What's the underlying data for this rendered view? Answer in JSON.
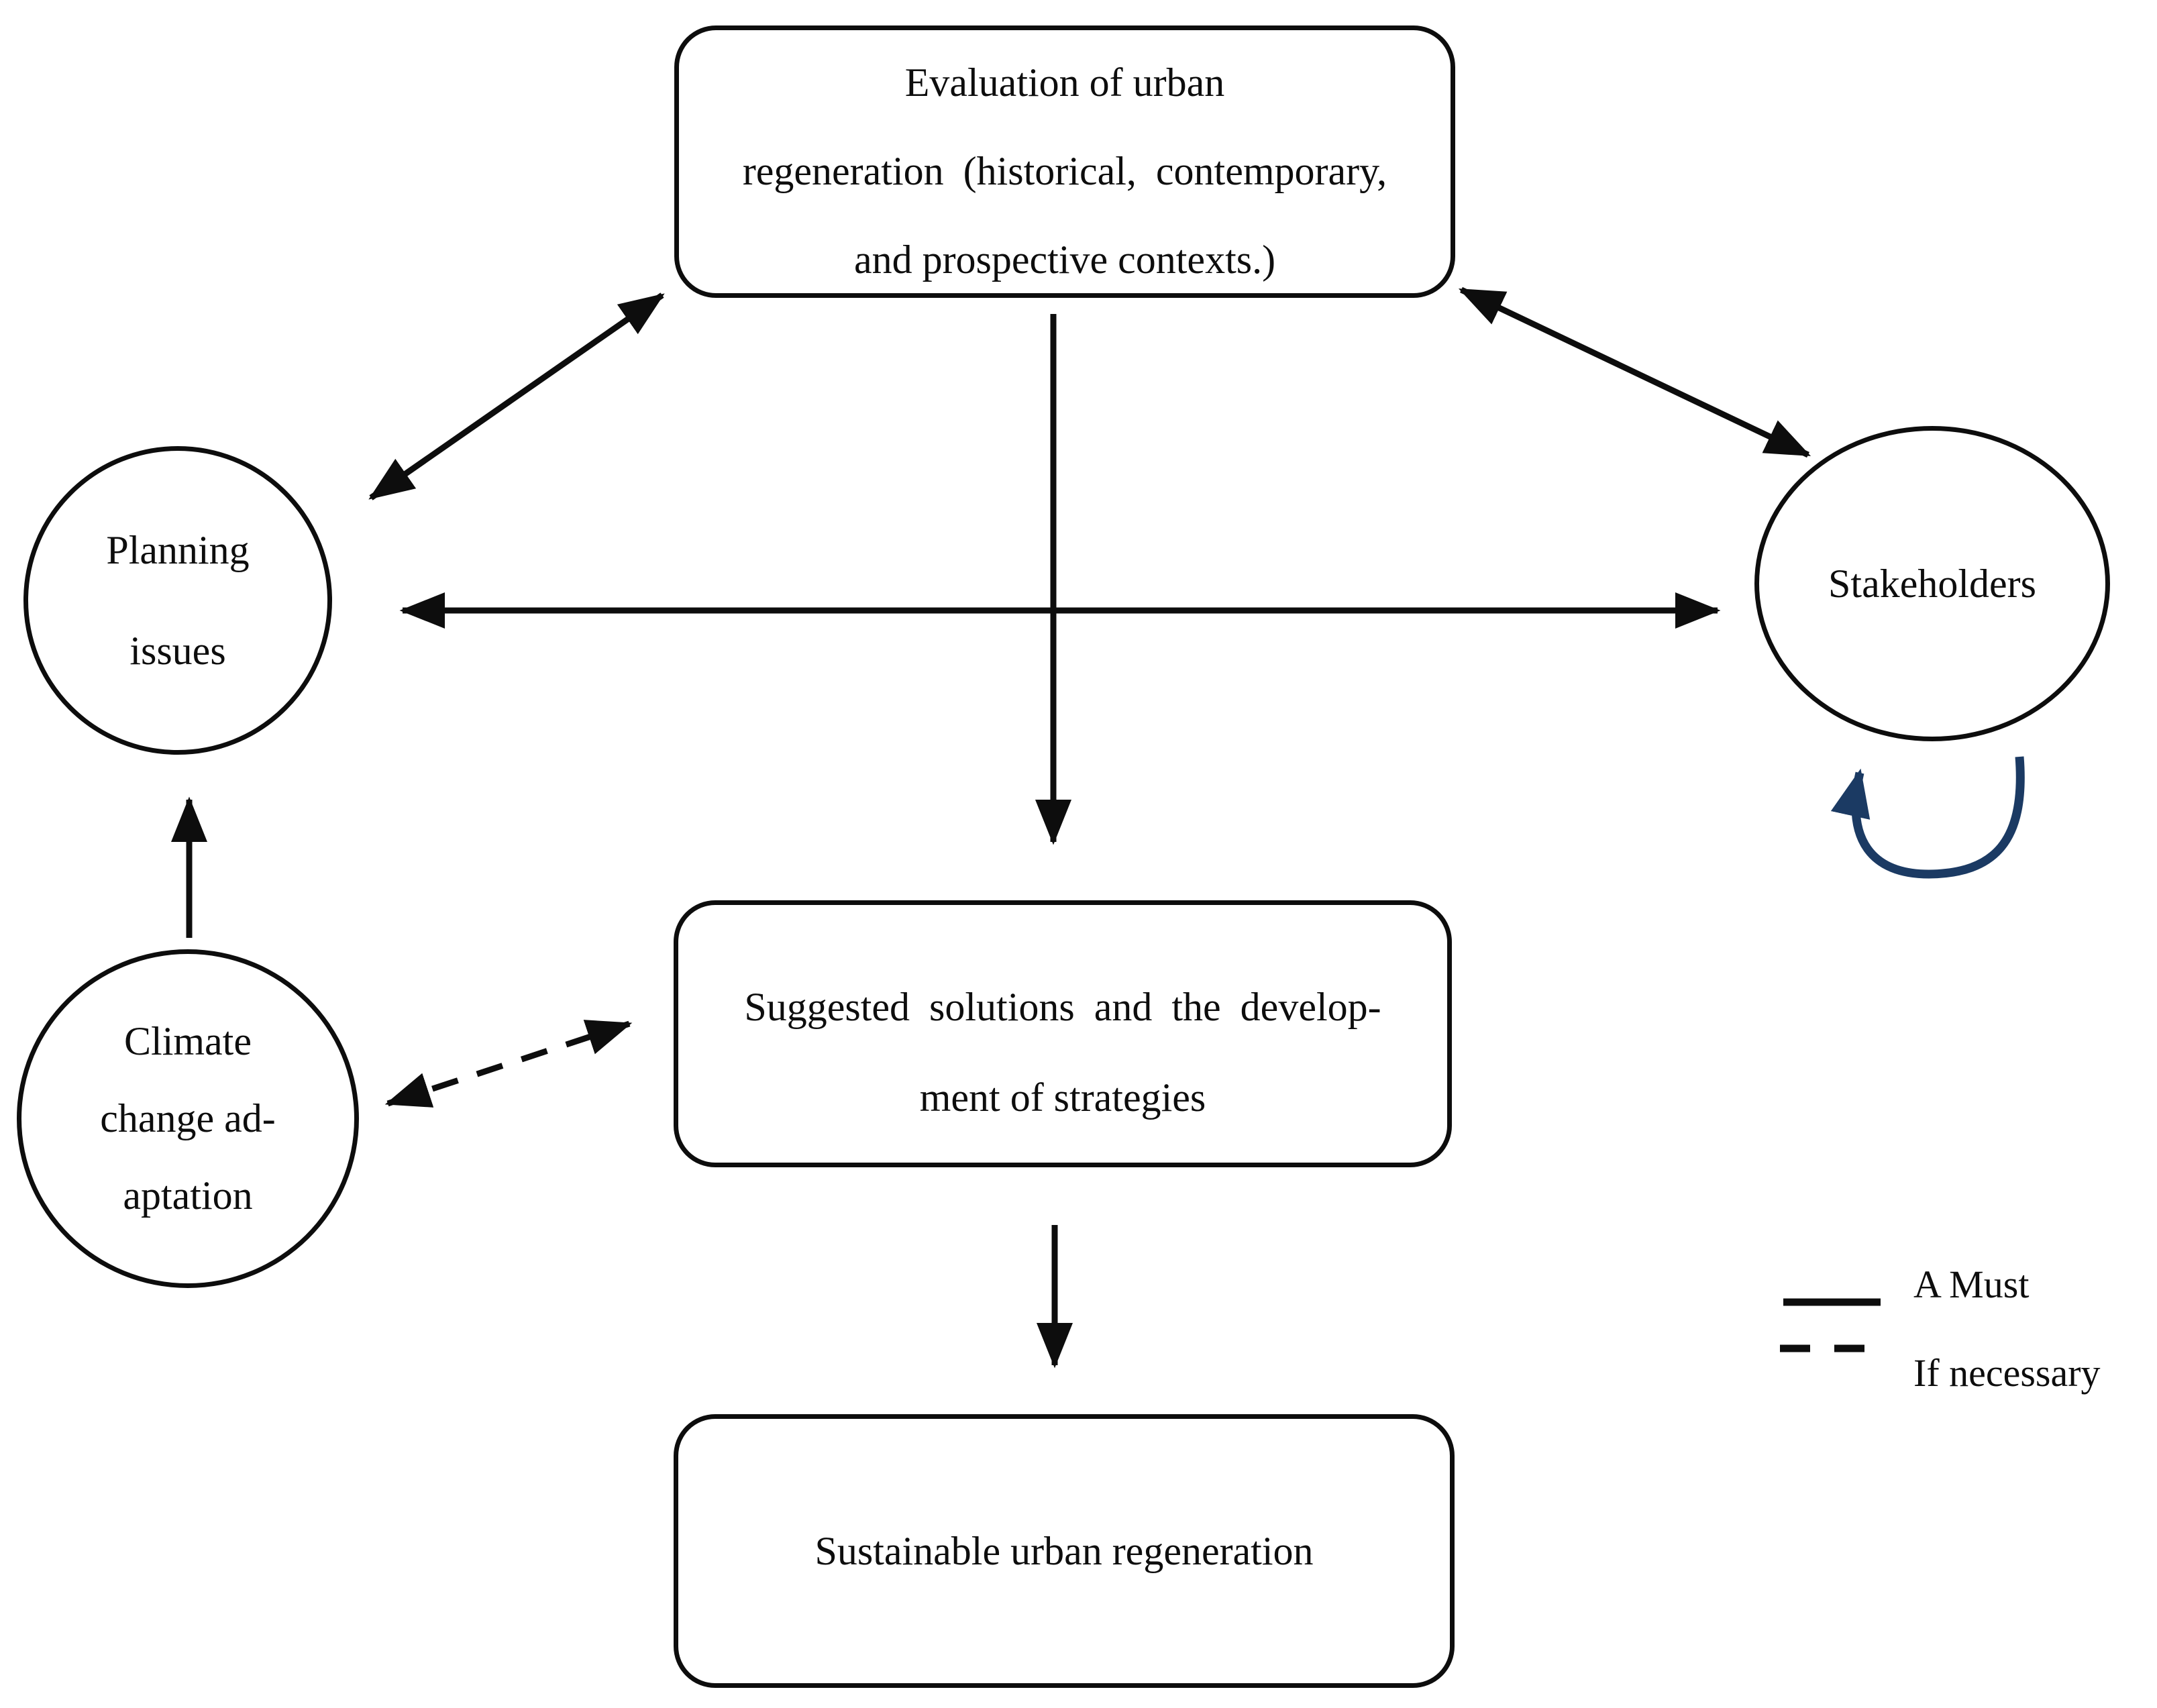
{
  "nodes": {
    "evaluation": {
      "line1": "Evaluation of urban",
      "line2": "regeneration (historical, contemporary,",
      "line3": "and prospective contexts.)"
    },
    "planning": {
      "line1": "Planning",
      "line2": "issues"
    },
    "stakeholders": {
      "label": "Stakeholders"
    },
    "climate": {
      "line1": "Climate",
      "line2": "change ad-",
      "line3": "aptation"
    },
    "solutions": {
      "line1": "Suggested solutions and the develop-",
      "line2": "ment of strategies"
    },
    "sustainable": {
      "label": "Sustainable urban regeneration"
    }
  },
  "edges": [
    {
      "from": "evaluation",
      "to": "planning",
      "style": "solid",
      "direction": "both"
    },
    {
      "from": "evaluation",
      "to": "stakeholders",
      "style": "solid",
      "direction": "both"
    },
    {
      "from": "planning",
      "to": "stakeholders",
      "style": "solid",
      "direction": "both"
    },
    {
      "from": "evaluation",
      "to": "solutions",
      "style": "solid",
      "direction": "forward"
    },
    {
      "from": "climate",
      "to": "planning",
      "style": "solid",
      "direction": "forward"
    },
    {
      "from": "climate",
      "to": "solutions",
      "style": "dashed",
      "direction": "both"
    },
    {
      "from": "solutions",
      "to": "sustainable",
      "style": "solid",
      "direction": "forward"
    },
    {
      "from": "stakeholders",
      "to": "stakeholders",
      "style": "solid",
      "direction": "self-loop"
    }
  ],
  "legend": {
    "solid_label": "A Must",
    "dashed_label": "If necessary"
  },
  "colors": {
    "stroke": "#0d0d0d",
    "loop_stroke": "#1b3a63",
    "background": "#ffffff"
  }
}
